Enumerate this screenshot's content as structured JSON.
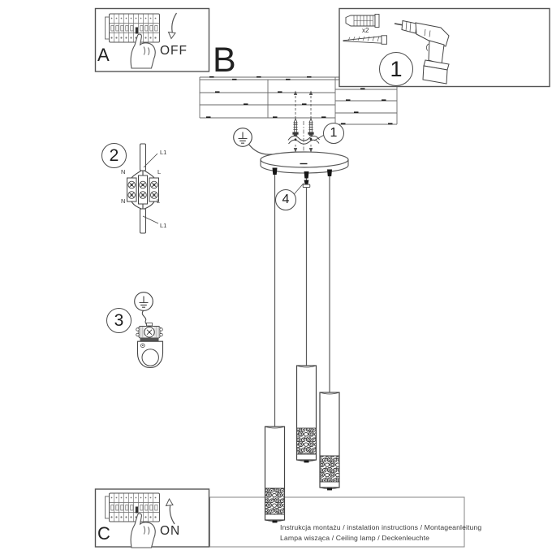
{
  "steps": {
    "a_label": "A",
    "a_state": "OFF",
    "b_label": "B",
    "c_label": "C",
    "c_state": "ON"
  },
  "parts": {
    "callout": "1",
    "anchor_qty": "x2"
  },
  "callouts": {
    "bracket": "1",
    "wiring": "2",
    "earth": "3",
    "grip": "4"
  },
  "wiring": {
    "l1_top": "L1",
    "n_in": "N",
    "l_in": "L",
    "n_out": "N",
    "l_out": "L",
    "l1_bottom": "L1"
  },
  "footer": {
    "line1": "Instrukcja montażu / instalation instructions / Montageanleitung",
    "line2": "Lampa wisząca / Ceiling lamp / Deckenleuchte"
  },
  "colors": {
    "line": "#4d4d4d",
    "ink": "#161616"
  },
  "icons": {
    "earth_ground_icon": "circle-with-earth-bars",
    "drill_icon": "cordless-drill-outline",
    "wall_plug_icon": "expansion-anchor",
    "screw_icon": "mounting-screw",
    "hand_icon": "pointing-hand",
    "arrow_off_icon": "curved-arrow-down",
    "arrow_on_icon": "curved-arrow-up"
  }
}
